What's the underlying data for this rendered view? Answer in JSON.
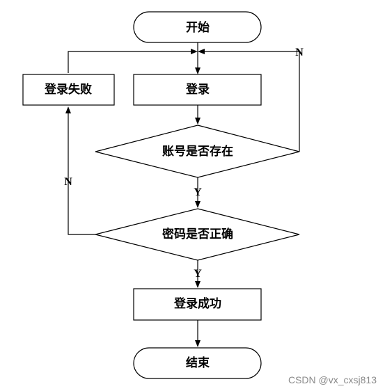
{
  "nodes": {
    "start": "开始",
    "login": "登录",
    "login_failed": "登录失败",
    "account_exists": "账号是否存在",
    "password_correct": "密码是否正确",
    "login_success": "登录成功",
    "end": "结束"
  },
  "branches": {
    "account_no": "N",
    "account_yes": "Y",
    "password_no": "N",
    "password_yes": "Y"
  },
  "watermark": "CSDN @vx_cxsj813"
}
